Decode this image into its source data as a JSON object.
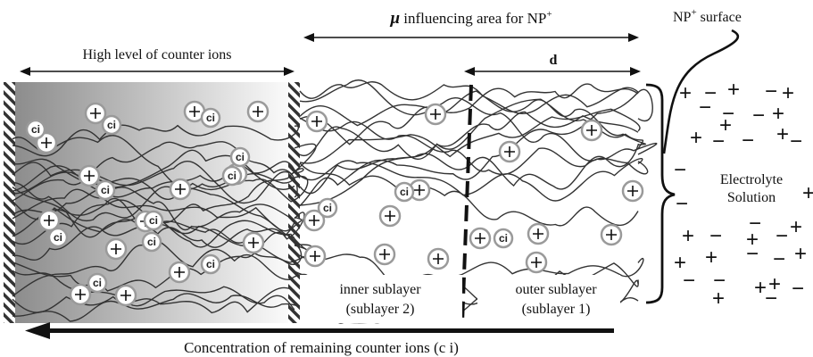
{
  "labels": {
    "mu_symbol": "μ",
    "mu_text": " influencing area for NP",
    "plus_superscript": "+",
    "np_surface": "NP",
    "np_surface_suffix": " surface",
    "high_level": "High level of counter ions",
    "d": "d",
    "electrolyte_line1": "Electrolyte",
    "electrolyte_line2": "Solution",
    "inner_line1": "inner sublayer",
    "inner_line2": "(sublayer 2)",
    "outer_line1": "outer sublayer",
    "outer_line2": "(sublayer 1)",
    "concentration": "Concentration of remaining counter ions (c i)"
  },
  "counter_ion_label": "ci",
  "colors": {
    "gradient_dark": "#8a8a8a",
    "gradient_light": "#fdfdfd",
    "ion_border": "#9a9a9a",
    "line": "#111111"
  }
}
